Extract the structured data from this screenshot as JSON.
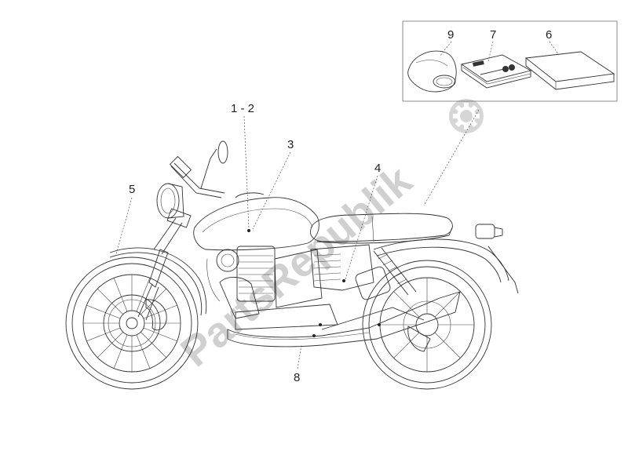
{
  "callouts": {
    "c1_2": "1 - 2",
    "c3": "3",
    "c4": "4",
    "c5": "5",
    "c6": "6",
    "c7": "7",
    "c8": "8",
    "c9": "9"
  },
  "watermark": "PartsRepublik",
  "icons": {
    "watermark": "gear-logo-icon",
    "kit": "accessory-kit-icon"
  },
  "colors": {
    "line": "#333333",
    "watermark": "#d0d0d0"
  }
}
